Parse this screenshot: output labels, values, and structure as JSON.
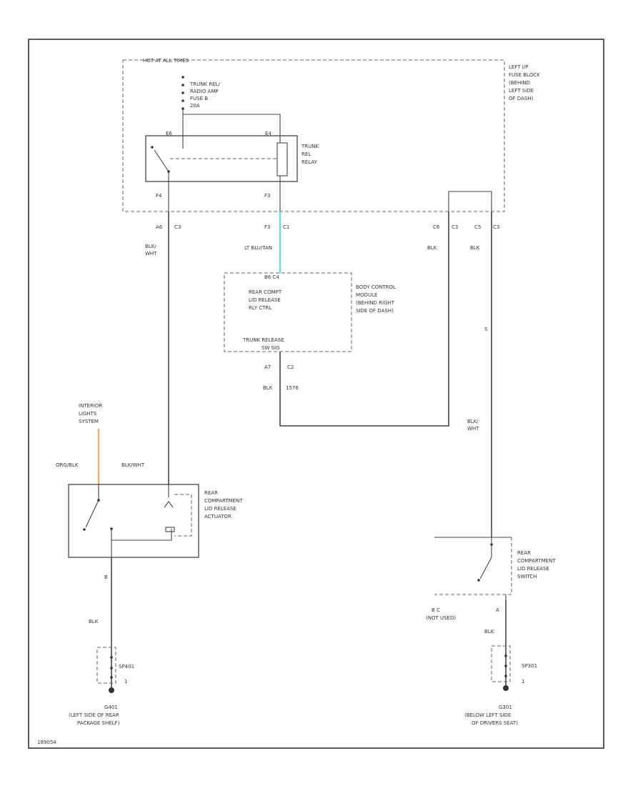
{
  "colors": {
    "wire": "#444444",
    "cyan_wire": "#66dddd",
    "orange_wire": "#f0b070",
    "border": "#333333"
  },
  "fuse_block": {
    "header": "HOT AT ALL TIMES",
    "fuse_label": [
      "TRUNK REL/",
      "RADIO AMP",
      "FUSE B",
      "20A"
    ],
    "location": [
      "LEFT I/P",
      "FUSE BLOCK",
      "(BEHIND",
      "LEFT SIDE",
      "OF DASH)"
    ]
  },
  "relay": {
    "name": [
      "TRUNK",
      "REL",
      "RELAY"
    ],
    "pin_top_left": "E6",
    "pin_top_right": "E4",
    "pin_bottom_left": "F4",
    "pin_bottom_right": "F3"
  },
  "connectors": {
    "a6": [
      "A6",
      "C3"
    ],
    "f3": [
      "F3",
      "C1"
    ],
    "c6": [
      "C6",
      "C3"
    ],
    "c5": [
      "C5",
      "C3"
    ]
  },
  "wires": {
    "blk_wht_left": [
      "BLK/",
      "WHT"
    ],
    "lt_blu_tan": "LT BLU/TAN",
    "blk_c6": "BLK",
    "blk_c5": "BLK",
    "blk_wht_right": [
      "BLK/",
      "WHT"
    ],
    "org_blk": "ORG/BLK",
    "blk_wht_act": "BLK/WHT",
    "blk_ground_left": "BLK",
    "blk_ground_right": "BLK",
    "blk_a7": "BLK",
    "code_a7": "1576"
  },
  "bcm": {
    "pin_top": "B6 C4",
    "func": [
      "REAR COMPT",
      "LID RELEASE",
      "RLY CTRL"
    ],
    "name": [
      "BODY CONTROL",
      "MODULE",
      "(BEHIND RIGHT",
      "SIDE OF DASH)"
    ],
    "switch_label": "TRUNK RELEASE",
    "switch_sub": "SW SIG",
    "pin_bottom_a": "A7",
    "pin_bottom_c": "C2"
  },
  "interior": {
    "label": [
      "INTERIOR",
      "LIGHTS",
      "SYSTEM"
    ]
  },
  "actuator": {
    "label": [
      "REAR",
      "COMPARTMENT",
      "LID RELEASE",
      "ACTUATOR"
    ],
    "pin": "B"
  },
  "release_switch": {
    "label": [
      "REAR",
      "COMPARTMENT",
      "LID RELEASE",
      "SWITCH"
    ],
    "pins_bc": "B   C",
    "pin_a": "A",
    "not_used": "(NOT USED)"
  },
  "grounds": {
    "left": {
      "splice": "SP401",
      "splice_pin": "1",
      "name": "G401",
      "location": [
        "(LEFT SIDE OF REAR",
        "PACKAGE SHELF)"
      ]
    },
    "right": {
      "splice": "SP301",
      "splice_pin": "1",
      "name": "G301",
      "location": [
        "(BELOW LEFT SIDE",
        "OF DRIVERS SEAT)"
      ]
    }
  },
  "splice_s": "S",
  "footer_code": "189054"
}
